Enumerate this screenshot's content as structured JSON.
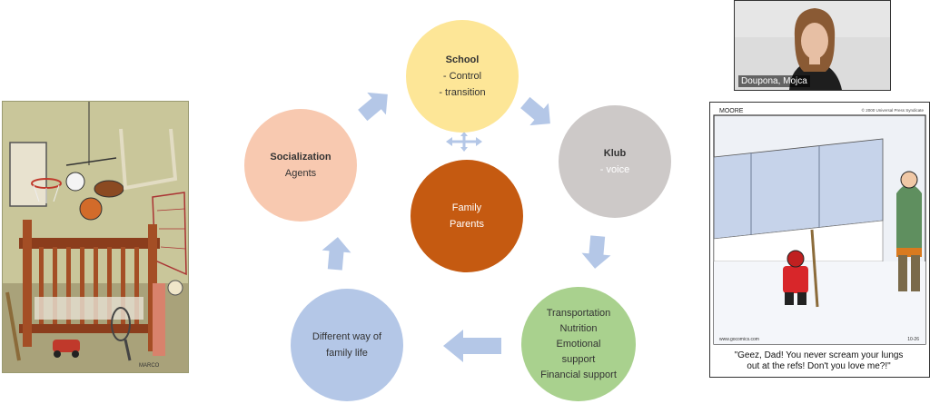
{
  "diagram": {
    "school": {
      "title": "School",
      "lines": [
        "- Control",
        "- transition"
      ]
    },
    "socialization": {
      "title": "Socialization",
      "lines": [
        "Agents"
      ]
    },
    "klub": {
      "title": "Klub",
      "lines": [
        "- voice"
      ]
    },
    "family": {
      "lines": [
        "Family",
        "Parents"
      ]
    },
    "different": {
      "lines": [
        "Different way of",
        "family life"
      ]
    },
    "support": {
      "lines": [
        "Transportation",
        "Nutrition",
        "Emotional",
        "support",
        "Financial support"
      ]
    }
  },
  "video": {
    "participant_name": "Doupona, Mojca"
  },
  "comic_right": {
    "artist_signature": "MOORE",
    "copyright": "© 2000 Universal Press Syndicate",
    "site": "www.gocomics.com",
    "date": "10-26",
    "caption_lines": [
      "\"Geez, Dad! You never scream your lungs",
      "out at the refs! Don't you love me?!\""
    ]
  },
  "comic_left": {
    "artist_signature": "MARCO"
  },
  "colors": {
    "school": "#fde697",
    "socialization": "#f8c9b0",
    "klub": "#cdc9c8",
    "family": "#c55a11",
    "different": "#b4c7e7",
    "support": "#a9d18e",
    "arrow": "#b4c7e7"
  }
}
